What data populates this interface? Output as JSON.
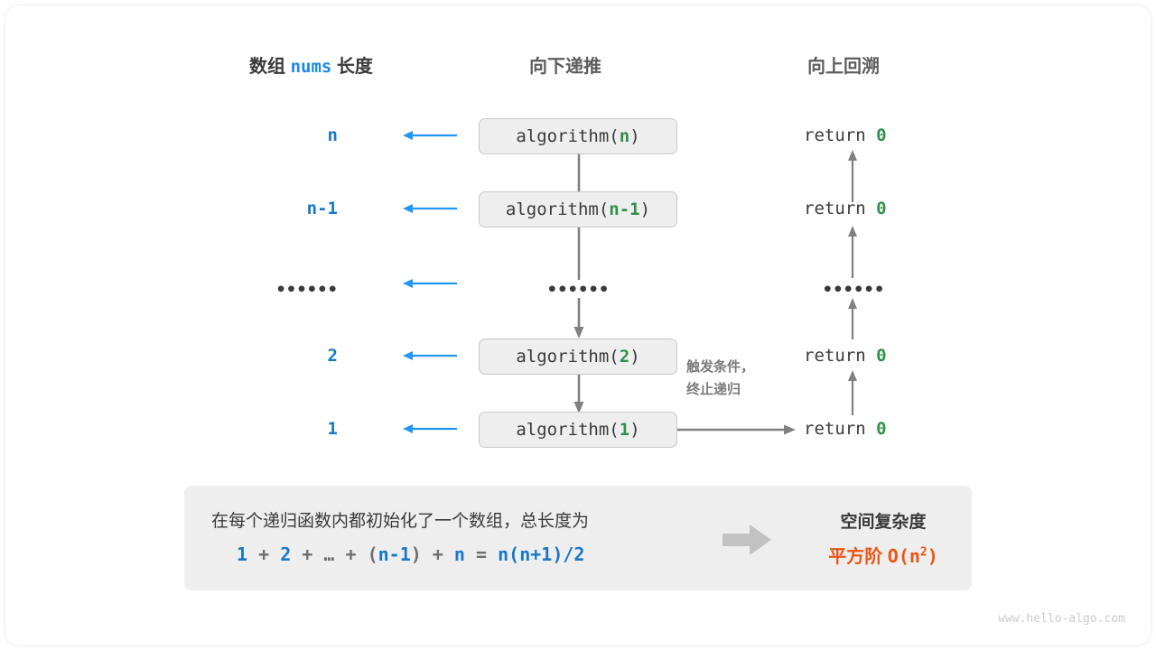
{
  "headers": {
    "left_prefix": "数组",
    "left_mono": "nums",
    "left_suffix": "长度",
    "middle": "向下递推",
    "right": "向上回溯"
  },
  "rows": [
    {
      "length": "n",
      "call_name": "algorithm(",
      "call_arg": "n",
      "call_close": ")",
      "ret_text": "return",
      "ret_value": "0"
    },
    {
      "length": "n-1",
      "call_name": "algorithm(",
      "call_arg": "n-1",
      "call_close": ")",
      "ret_text": "return",
      "ret_value": "0"
    },
    {
      "length": "••••••",
      "call_name": "••••••",
      "call_arg": "",
      "call_close": "",
      "ret_text": "••••••",
      "ret_value": ""
    },
    {
      "length": "2",
      "call_name": "algorithm(",
      "call_arg": "2",
      "call_close": ")",
      "ret_text": "return",
      "ret_value": "0"
    },
    {
      "length": "1",
      "call_name": "algorithm(",
      "call_arg": "1",
      "call_close": ")",
      "ret_text": "return",
      "ret_value": "0"
    }
  ],
  "annotation": {
    "line1": "触发条件，",
    "line2": "终止递归"
  },
  "summary": {
    "description": "在每个递归函数内都初始化了一个数组，总长度为",
    "formula": {
      "t1": "1",
      "o1": "+",
      "t2": "2",
      "o2": "+",
      "t3": "…",
      "o3": "+",
      "p_open": "(",
      "t4": "n-1",
      "p_close": ")",
      "o4": "+",
      "t5": "n",
      "eq": "=",
      "t6": "n(n+1)/2"
    },
    "result_title": "空间复杂度",
    "result_prefix": "平方阶",
    "result_notation": "O(n",
    "result_exponent": "2",
    "result_suffix": ")"
  },
  "footer": "www.hello-algo.com",
  "colors": {
    "blue": "#1878c8",
    "green": "#2e9147",
    "orange": "#ea5514",
    "gray_arrow": "#808080",
    "blue_arrow": "#2196f3",
    "panel": "#eeeeee",
    "text_dark": "#3a3a3a",
    "text_gray": "#7a7a7a"
  }
}
